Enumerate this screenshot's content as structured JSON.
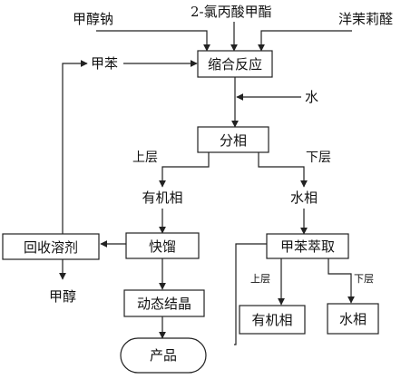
{
  "nodes": {
    "sodium_methoxide": "甲醇钠",
    "methyl_chloropropionate": "2-氯丙酸甲酯",
    "piperonal": "洋茉莉醛",
    "toluene_recycle": "甲苯",
    "condensation": "缩合反应",
    "water_in": "水",
    "phase_sep": "分相",
    "upper_layer": "上层",
    "lower_layer": "下层",
    "organic_phase": "有机相",
    "aqueous_phase": "水相",
    "recover_solvent": "回收溶剂",
    "flash_distill": "快馏",
    "methanol_out": "甲醇",
    "toluene_extract": "甲苯萃取",
    "upper_layer_small": "上层",
    "lower_layer_small": "下层",
    "extract_organic": "有机相",
    "extract_aqueous": "水相",
    "dyn_cryst": "动态结晶",
    "product": "产品"
  }
}
